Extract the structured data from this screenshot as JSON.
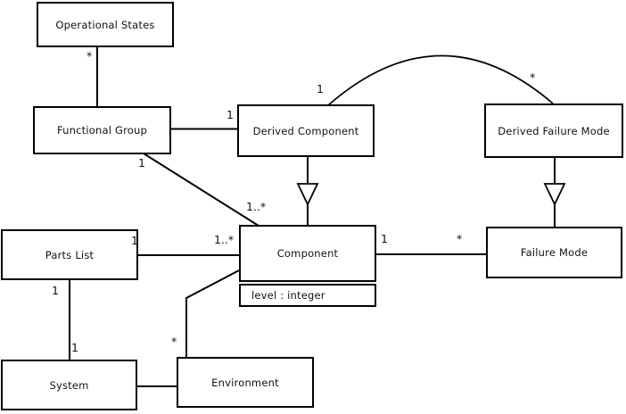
{
  "diagram": {
    "type": "uml-class-diagram",
    "classes": [
      {
        "name": "Operational States"
      },
      {
        "name": "Functional Group"
      },
      {
        "name": "Derived Component"
      },
      {
        "name": "Derived Failure Mode"
      },
      {
        "name": "Parts List"
      },
      {
        "name": "Component",
        "attributes": [
          "level : integer"
        ]
      },
      {
        "name": "Failure Mode"
      },
      {
        "name": "System"
      },
      {
        "name": "Environment"
      }
    ],
    "relationships": [
      {
        "from": "Functional Group",
        "to": "Operational States",
        "type": "association",
        "mult_to": "*"
      },
      {
        "from": "Functional Group",
        "to": "Derived Component",
        "type": "association",
        "mult_to": "1"
      },
      {
        "from": "Derived Component",
        "to": "Derived Failure Mode",
        "type": "association",
        "shape": "arc",
        "mult_from": "1",
        "mult_to": "*"
      },
      {
        "from": "Functional Group",
        "to": "Component",
        "type": "association",
        "mult_from": "1",
        "mult_to": "1..*"
      },
      {
        "from": "Parts List",
        "to": "Component",
        "type": "association",
        "mult_from": "1",
        "mult_to": "1..*"
      },
      {
        "from": "Parts List",
        "to": "System",
        "type": "association",
        "mult_from": "1",
        "mult_to": "1"
      },
      {
        "from": "Component",
        "to": "Failure Mode",
        "type": "association",
        "mult_from": "1",
        "mult_to": "*"
      },
      {
        "from": "Component",
        "to": "Environment",
        "type": "association",
        "mult_to": "*"
      },
      {
        "from": "System",
        "to": "Environment",
        "type": "association"
      },
      {
        "from": "Derived Component",
        "to": "Component",
        "type": "generalization"
      },
      {
        "from": "Derived Failure Mode",
        "to": "Failure Mode",
        "type": "generalization"
      }
    ],
    "colors": {
      "line": "#000000",
      "background": "#ffffff",
      "text": "#111111"
    }
  }
}
